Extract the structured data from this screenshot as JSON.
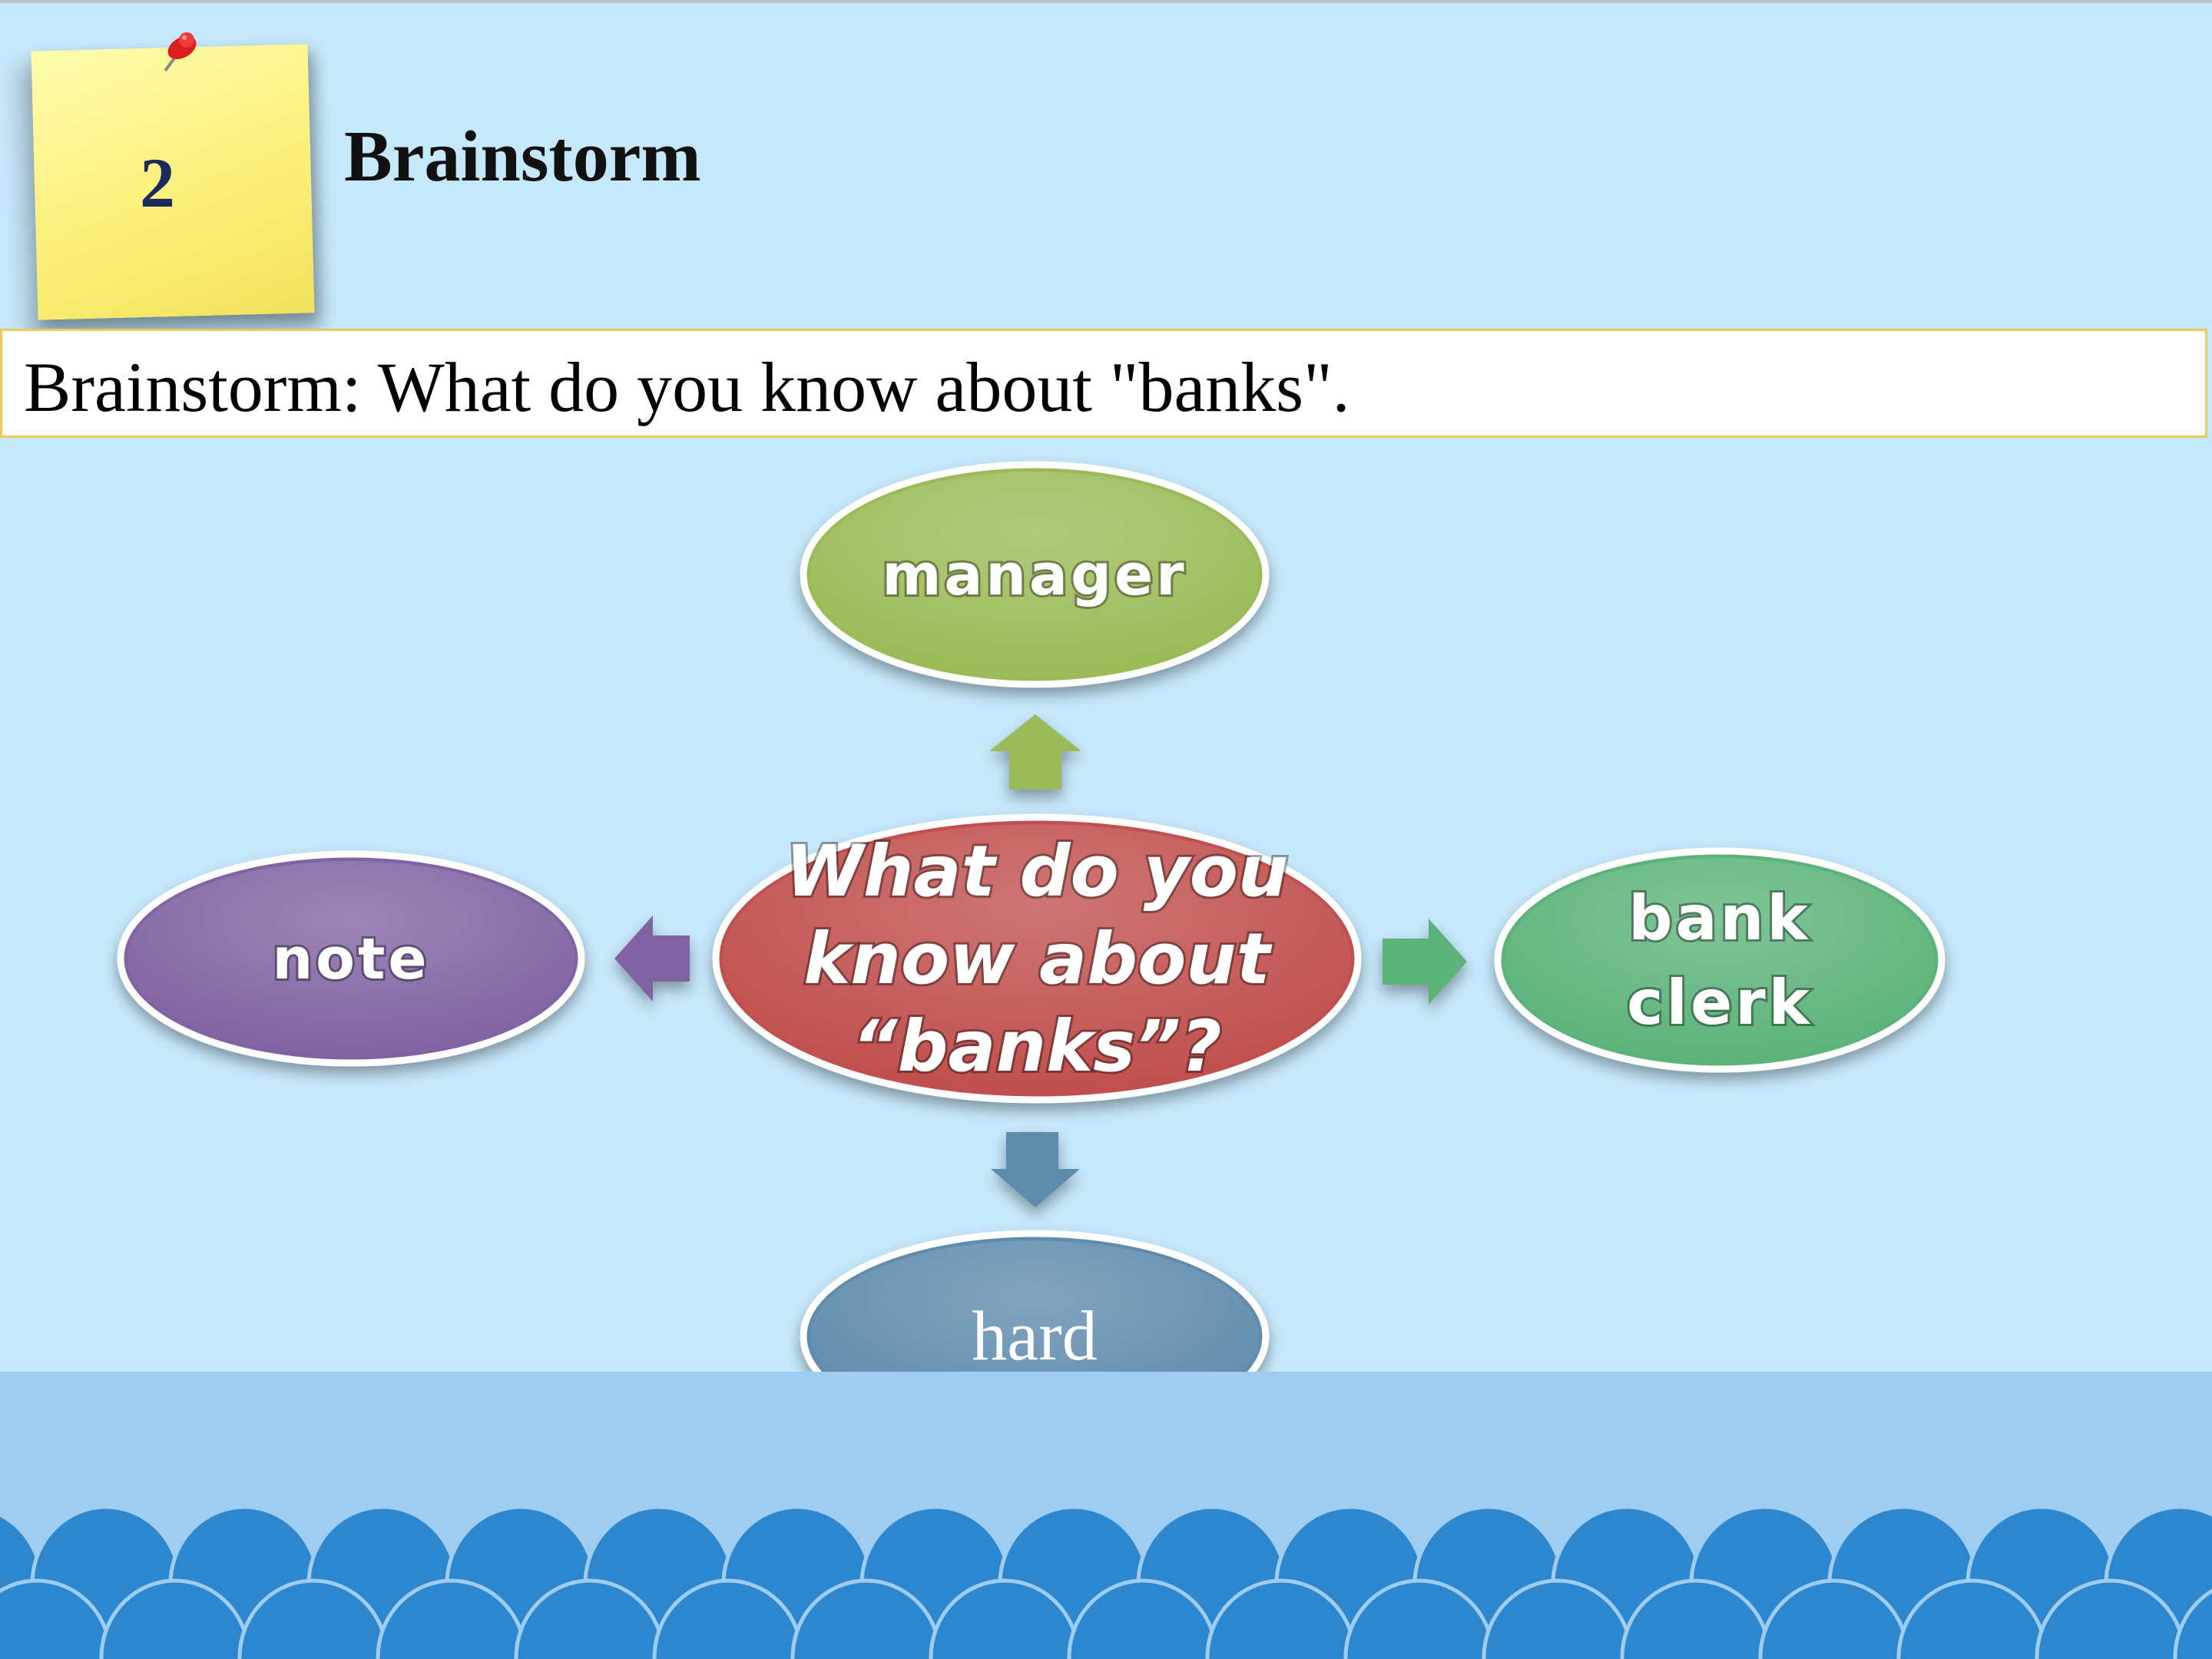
{
  "slide": {
    "number": "2",
    "title": "Brainstorm"
  },
  "instruction": "Brainstorm: What do you know about \"banks\".",
  "diagram": {
    "center": {
      "lines": [
        "What do you",
        "know about",
        "“banks”?"
      ],
      "color": "#c0504d"
    },
    "nodes": {
      "top": {
        "lines": [
          "manager"
        ],
        "color": "#9bbb59"
      },
      "left": {
        "lines": [
          "note"
        ],
        "color": "#8064a2"
      },
      "right": {
        "lines": [
          "bank",
          "clerk"
        ],
        "color": "#5cb37a"
      },
      "bottom": {
        "lines": [
          "hard"
        ],
        "color": "#5f8bad"
      }
    }
  },
  "colors": {
    "background": "#c6e8fb",
    "water": "#9fcdf1",
    "waves": "#2d87cf",
    "sticky_note": "#fbf07a"
  }
}
